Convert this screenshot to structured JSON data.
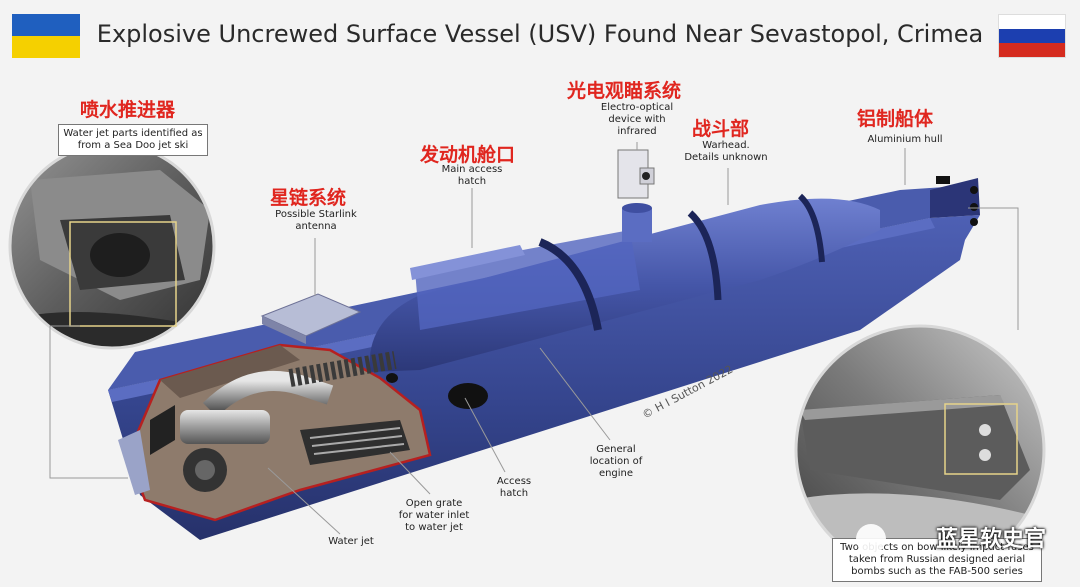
{
  "header": {
    "title": "Explosive Uncrewed Surface Vessel (USV) Found Near Sevastopol, Crimea",
    "flag_left_colors": [
      "#1f5fbf",
      "#f5d000"
    ],
    "flag_right_colors": [
      "#ffffff",
      "#1c3fb0",
      "#d52b1e"
    ]
  },
  "labels": {
    "waterjet_cn": "喷水推进器",
    "waterjet_note": "Water jet parts identified as from a Sea Doo jet ski",
    "starlink_cn": "星链系统",
    "starlink_note": "Possible Starlink antenna",
    "hatch_cn": "发动机舱口",
    "hatch_note": "Main access hatch",
    "eo_cn": "光电观瞄系统",
    "eo_note": "Electro-optical device with infrared",
    "warhead_cn": "战斗部",
    "warhead_note": "Warhead. Details unknown",
    "hull_cn": "铝制船体",
    "hull_note": "Aluminium hull",
    "engine_note": "General location of engine",
    "access_note": "Access hatch",
    "grate_note": "Open grate for water inlet to water jet",
    "waterjet_bottom_note": "Water jet",
    "bow_note": "Two objects on bow likely impact fuses taken from Russian designed aerial bombs such as the FAB-500 series"
  },
  "copyright": "© H I Sutton 2022",
  "watermark": "蓝星软史官",
  "colors": {
    "hull": "#3d4f9c",
    "hull_dark": "#26326a",
    "label_red": "#e0261f"
  }
}
